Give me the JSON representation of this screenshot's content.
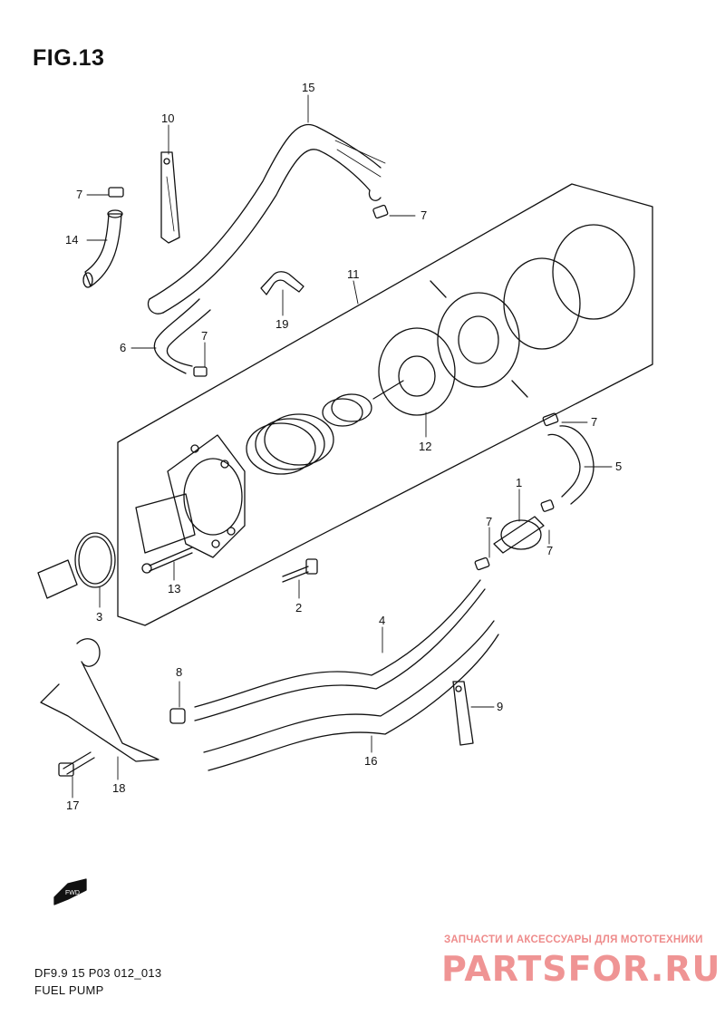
{
  "figure": {
    "title": "FIG.13",
    "code": "DF9.9 15 P03 012_013",
    "name": "FUEL PUMP"
  },
  "fwd_label": "FWD",
  "watermark": {
    "tagline": "ЗАПЧАСТИ И АКСЕССУАРЫ ДЛЯ МОТОТЕХНИКИ",
    "logo": "PARTSFOR.RU",
    "color": "#ef9494"
  },
  "callouts": [
    "1",
    "2",
    "3",
    "4",
    "5",
    "6",
    "7",
    "7",
    "7",
    "7",
    "7",
    "7",
    "8",
    "9",
    "10",
    "11",
    "12",
    "13",
    "14",
    "15",
    "16",
    "17",
    "18",
    "19"
  ]
}
